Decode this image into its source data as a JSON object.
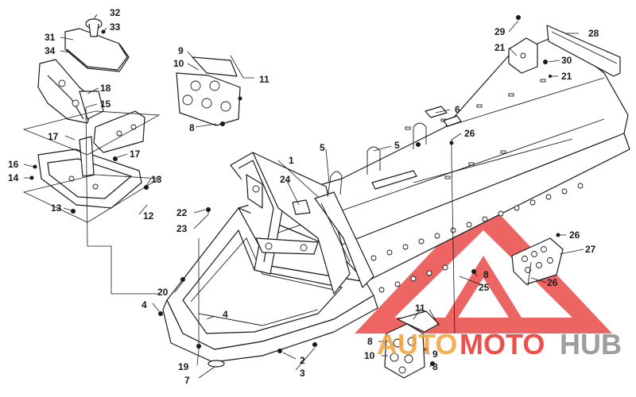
{
  "callouts": [
    {
      "id": "c1",
      "label": "1"
    },
    {
      "id": "c2",
      "label": "2"
    },
    {
      "id": "c3",
      "label": "3"
    },
    {
      "id": "c4a",
      "label": "4"
    },
    {
      "id": "c4b",
      "label": "4"
    },
    {
      "id": "c5a",
      "label": "5"
    },
    {
      "id": "c5b",
      "label": "5"
    },
    {
      "id": "c6",
      "label": "6"
    },
    {
      "id": "c7",
      "label": "7"
    },
    {
      "id": "c8a",
      "label": "8"
    },
    {
      "id": "c8b",
      "label": "8"
    },
    {
      "id": "c8c",
      "label": "8"
    },
    {
      "id": "c8d",
      "label": "8"
    },
    {
      "id": "c9a",
      "label": "9"
    },
    {
      "id": "c9b",
      "label": "9"
    },
    {
      "id": "c10a",
      "label": "10"
    },
    {
      "id": "c10b",
      "label": "10"
    },
    {
      "id": "c11a",
      "label": "11"
    },
    {
      "id": "c11b",
      "label": "11"
    },
    {
      "id": "c12",
      "label": "12"
    },
    {
      "id": "c13a",
      "label": "13"
    },
    {
      "id": "c13b",
      "label": "13"
    },
    {
      "id": "c14",
      "label": "14"
    },
    {
      "id": "c15",
      "label": "15"
    },
    {
      "id": "c16",
      "label": "16"
    },
    {
      "id": "c17a",
      "label": "17"
    },
    {
      "id": "c17b",
      "label": "17"
    },
    {
      "id": "c18",
      "label": "18"
    },
    {
      "id": "c19",
      "label": "19"
    },
    {
      "id": "c20",
      "label": "20"
    },
    {
      "id": "c21a",
      "label": "21"
    },
    {
      "id": "c21b",
      "label": "21"
    },
    {
      "id": "c22",
      "label": "22"
    },
    {
      "id": "c23",
      "label": "23"
    },
    {
      "id": "c24",
      "label": "24"
    },
    {
      "id": "c25",
      "label": "25"
    },
    {
      "id": "c26a",
      "label": "26"
    },
    {
      "id": "c26b",
      "label": "26"
    },
    {
      "id": "c26c",
      "label": "26"
    },
    {
      "id": "c27",
      "label": "27"
    },
    {
      "id": "c28",
      "label": "28"
    },
    {
      "id": "c29",
      "label": "29"
    },
    {
      "id": "c30",
      "label": "30"
    },
    {
      "id": "c31",
      "label": "31"
    },
    {
      "id": "c32",
      "label": "32"
    },
    {
      "id": "c33",
      "label": "33"
    },
    {
      "id": "c34",
      "label": "34"
    }
  ],
  "watermark": {
    "part1": "AUTO",
    "part2": "MOTO",
    "part3": "HUB",
    "color_red": "#e8322f",
    "color_orange": "#f2a33a",
    "color_gray": "#8c8c8c"
  }
}
